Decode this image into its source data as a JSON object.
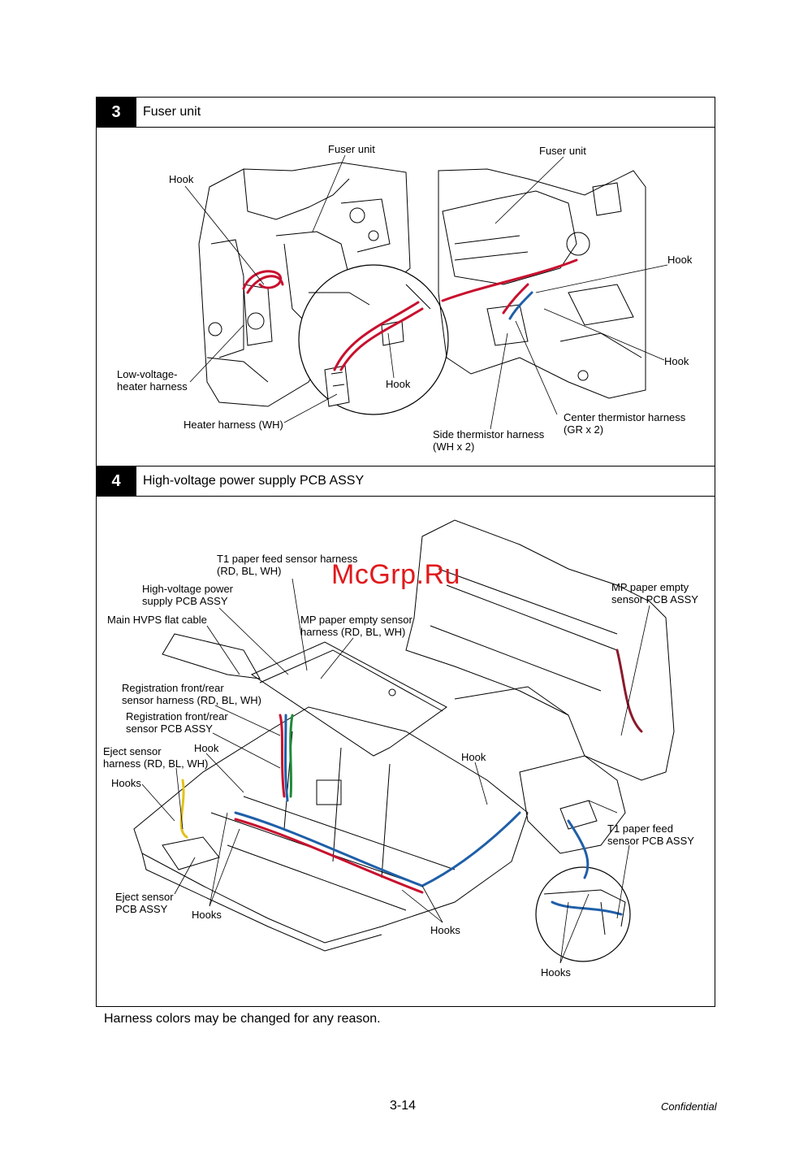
{
  "sections": [
    {
      "number": "3",
      "title": "Fuser unit"
    },
    {
      "number": "4",
      "title": "High-voltage power supply PCB ASSY"
    }
  ],
  "fuser_labels": {
    "fuser_unit_left": "Fuser unit",
    "fuser_unit_right": "Fuser unit",
    "hook_top_left": "Hook",
    "hook_right_top": "Hook",
    "hook_right_bottom": "Hook",
    "hook_zoom": "Hook",
    "low_voltage_heater": "Low-voltage-\nheater harness",
    "heater_harness": "Heater harness (WH)",
    "side_thermistor": "Side thermistor harness\n(WH x 2)",
    "center_thermistor": "Center thermistor harness\n(GR x 2)"
  },
  "hvps_labels": {
    "t1_harness": "T1 paper feed sensor harness\n(RD, BL, WH)",
    "hv_pcb": "High-voltage power\nsupply PCB ASSY",
    "main_flat_cable": "Main HVPS flat cable",
    "mp_empty_harness": "MP paper empty sensor\nharness (RD, BL, WH)",
    "mp_empty_pcb": "MP paper empty\nsensor PCB ASSY",
    "reg_harness": "Registration front/rear\nsensor harness (RD, BL, WH)",
    "reg_pcb": "Registration front/rear\nsensor PCB ASSY",
    "eject_harness": "Eject sensor\nharness (RD, BL, WH)",
    "hook_center": "Hook",
    "hook_right": "Hook",
    "hooks_left": "Hooks",
    "eject_pcb": "Eject sensor\nPCB ASSY",
    "hooks_bottom_left": "Hooks",
    "hooks_bottom_mid": "Hooks",
    "hooks_bottom_right": "Hooks",
    "t1_pcb": "T1 paper feed\nsensor PCB ASSY"
  },
  "footer": {
    "note": "Harness colors may be changed for any reason.",
    "page_number": "3-14",
    "confidential": "Confidential"
  },
  "watermark": "McGrp.Ru",
  "colors": {
    "harness_red": "#c8102e",
    "harness_blue": "#1f5fa8",
    "harness_green": "#1e8a3a",
    "harness_yellow": "#e2c21a"
  }
}
